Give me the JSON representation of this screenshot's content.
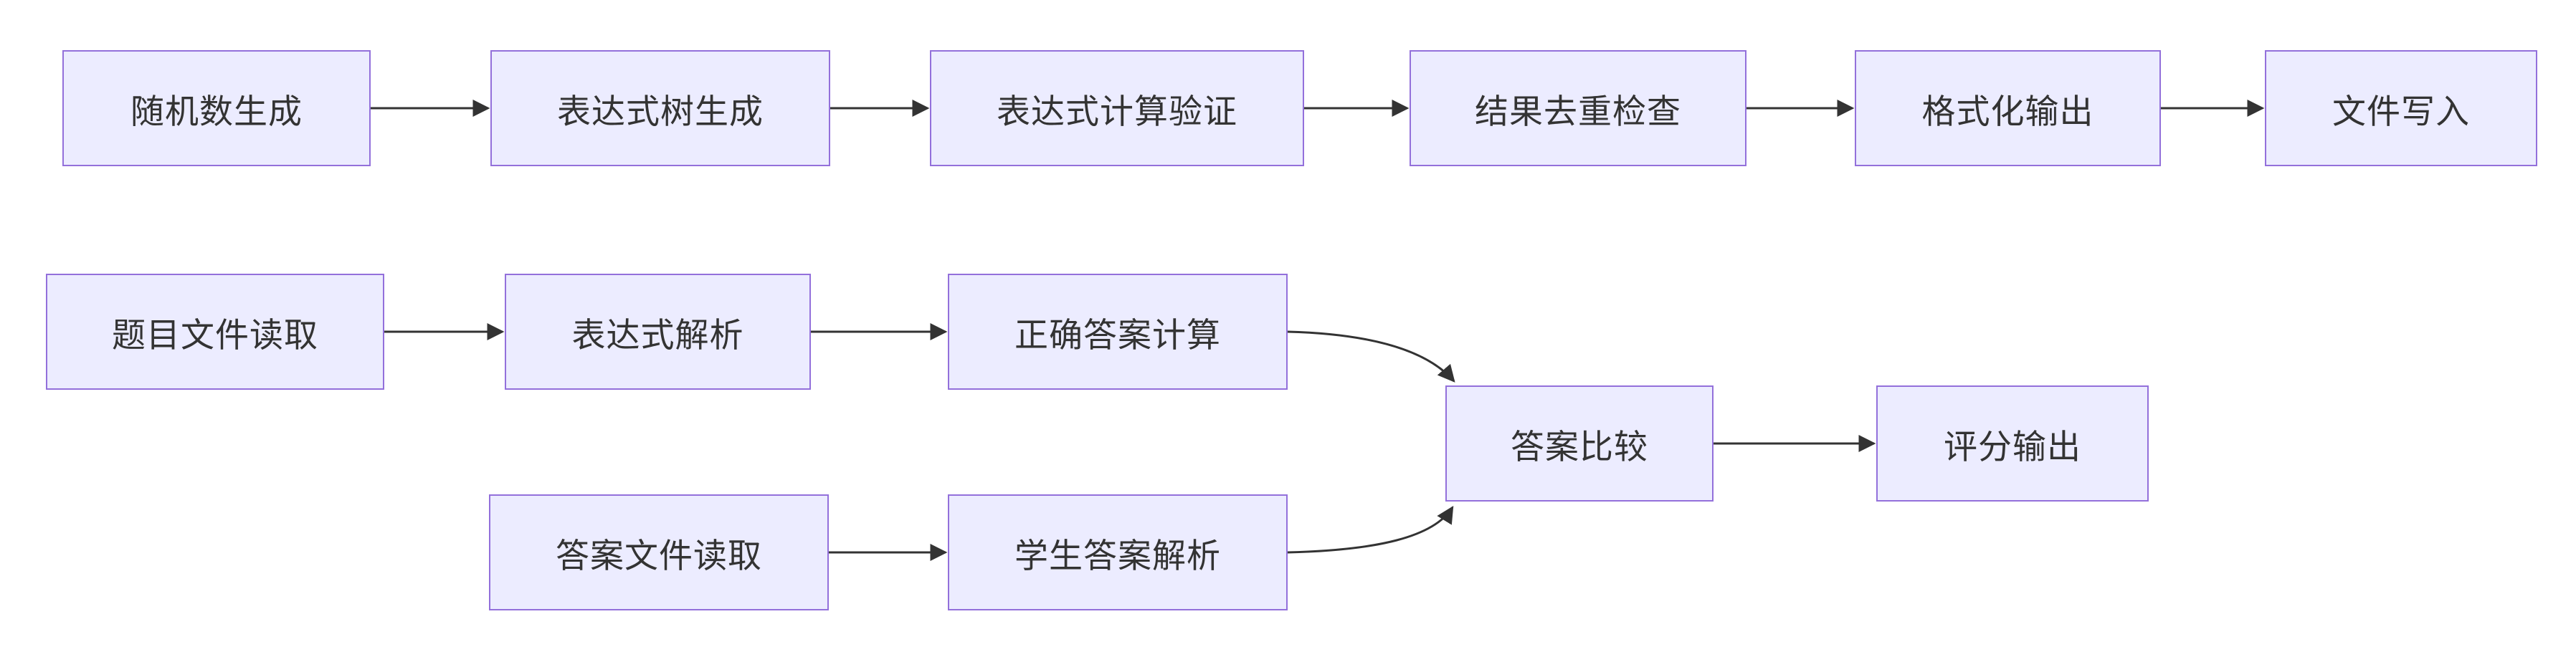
{
  "diagram": {
    "type": "flowchart",
    "direction": "left-to-right",
    "colors": {
      "background": "#ffffff",
      "node_fill": "#ECECFF",
      "node_border": "#9370DB",
      "edge": "#333333",
      "text": "#333333"
    },
    "nodes": {
      "random_gen": {
        "label": "随机数生成"
      },
      "expr_tree": {
        "label": "表达式树生成"
      },
      "expr_verify": {
        "label": "表达式计算验证"
      },
      "dedup_check": {
        "label": "结果去重检查"
      },
      "format_output": {
        "label": "格式化输出"
      },
      "file_write": {
        "label": "文件写入"
      },
      "question_read": {
        "label": "题目文件读取"
      },
      "expr_parse": {
        "label": "表达式解析"
      },
      "correct_calc": {
        "label": "正确答案计算"
      },
      "answer_read": {
        "label": "答案文件读取"
      },
      "student_parse": {
        "label": "学生答案解析"
      },
      "answer_compare": {
        "label": "答案比较"
      },
      "score_output": {
        "label": "评分输出"
      }
    },
    "edges": [
      {
        "from": "random_gen",
        "to": "expr_tree"
      },
      {
        "from": "expr_tree",
        "to": "expr_verify"
      },
      {
        "from": "expr_verify",
        "to": "dedup_check"
      },
      {
        "from": "dedup_check",
        "to": "format_output"
      },
      {
        "from": "format_output",
        "to": "file_write"
      },
      {
        "from": "question_read",
        "to": "expr_parse"
      },
      {
        "from": "expr_parse",
        "to": "correct_calc"
      },
      {
        "from": "correct_calc",
        "to": "answer_compare"
      },
      {
        "from": "answer_read",
        "to": "student_parse"
      },
      {
        "from": "student_parse",
        "to": "answer_compare"
      },
      {
        "from": "answer_compare",
        "to": "score_output"
      }
    ]
  }
}
